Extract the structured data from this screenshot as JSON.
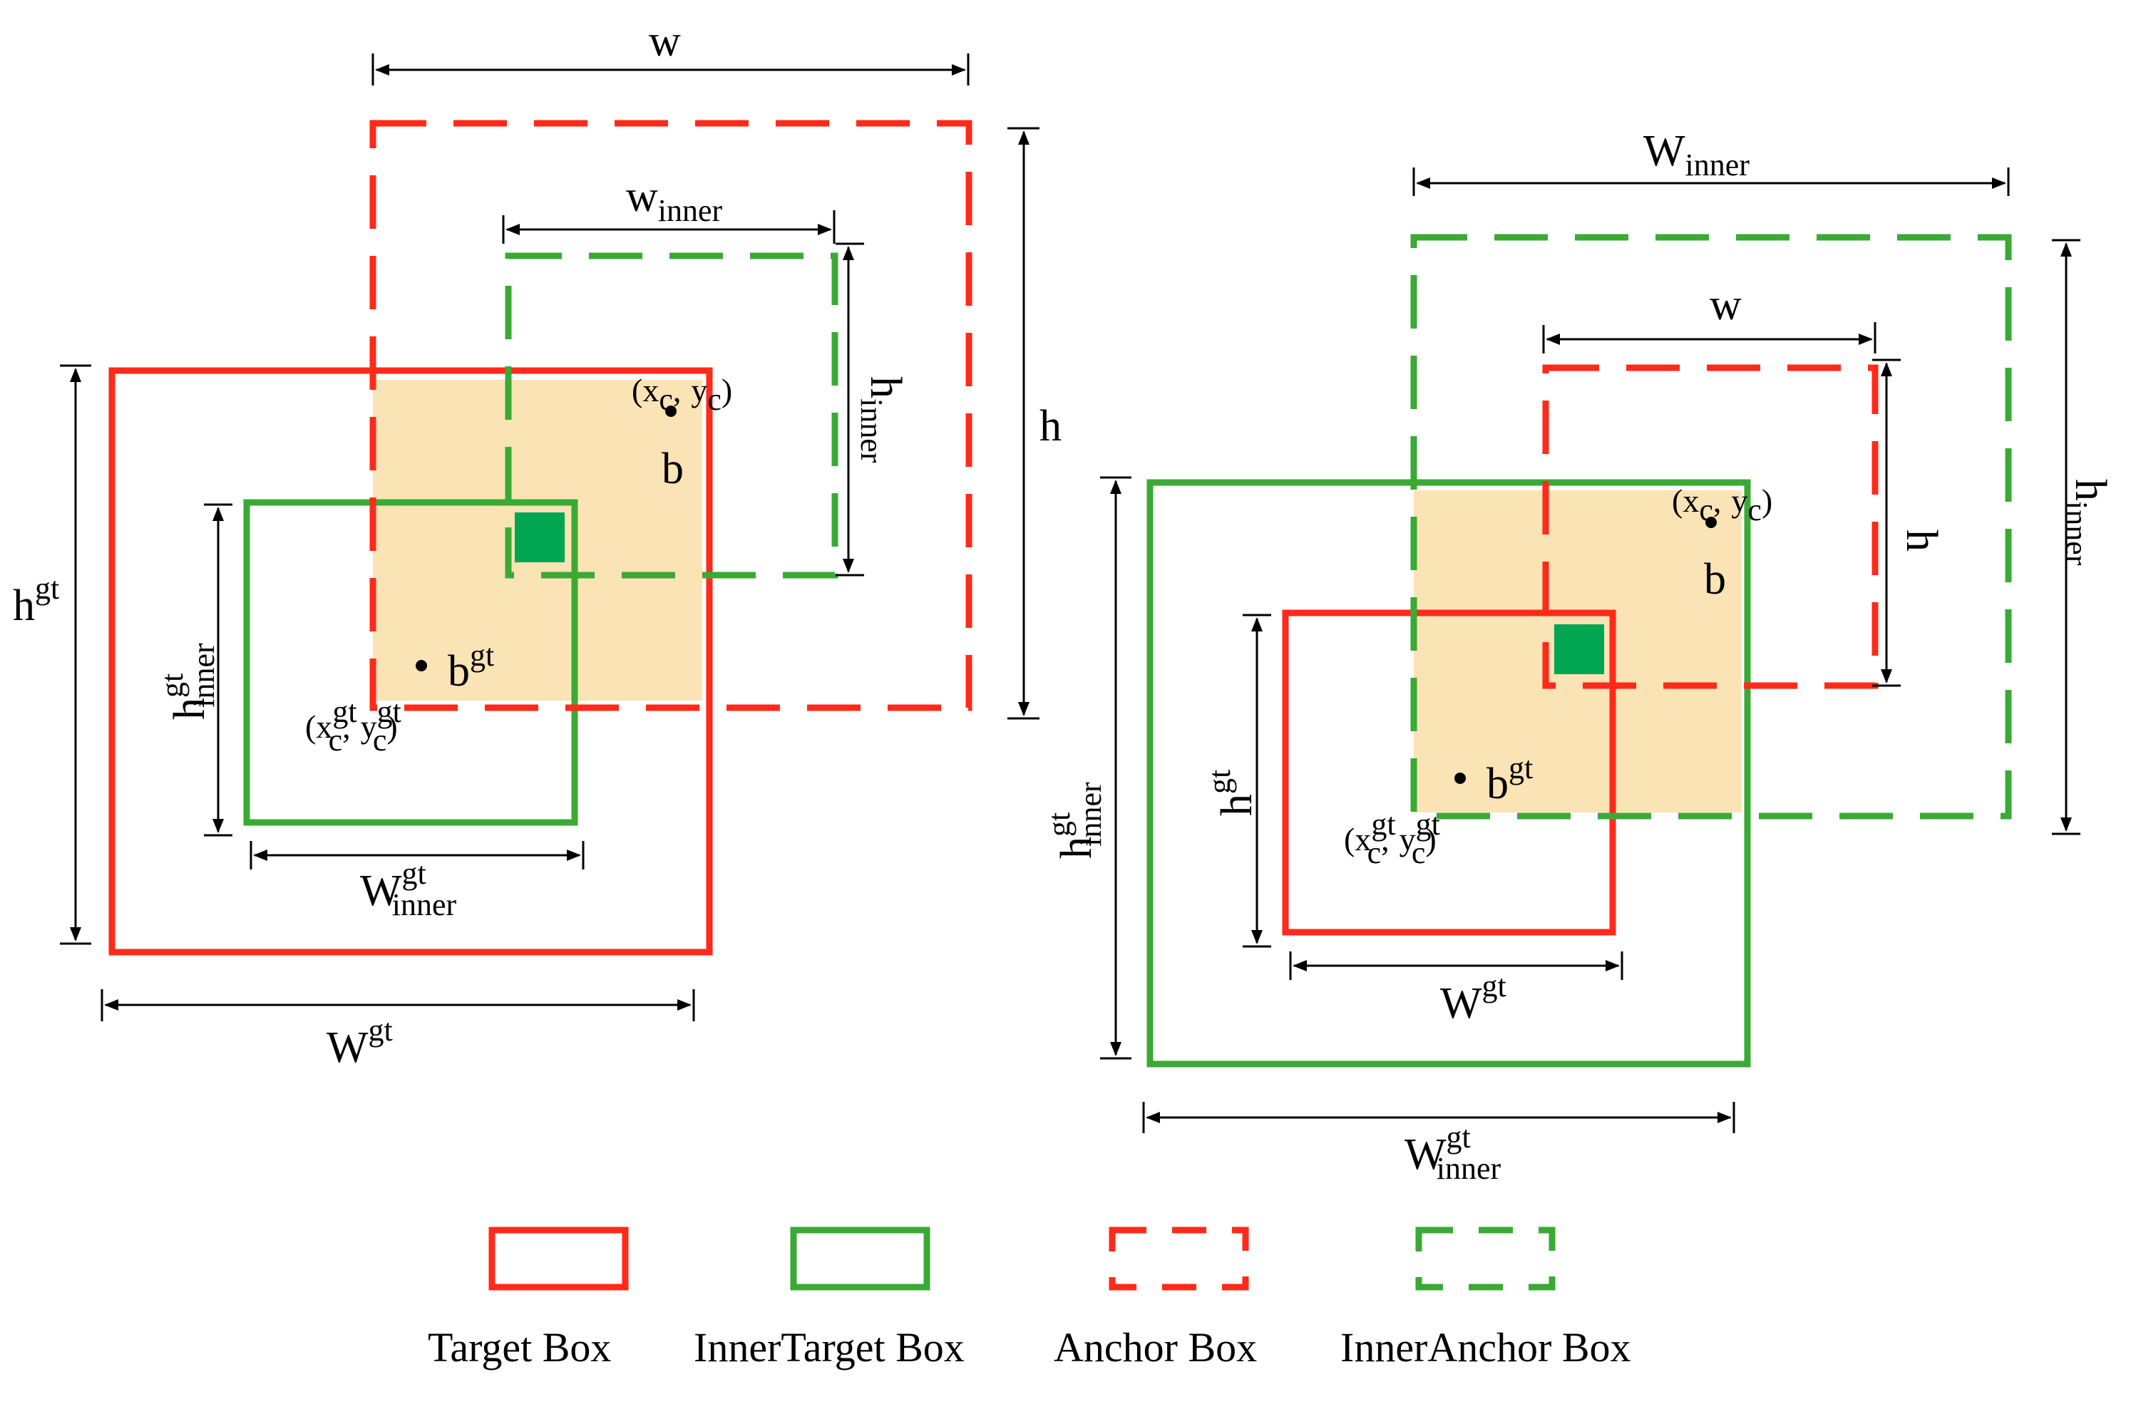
{
  "colors": {
    "target": "#ff2a1a",
    "inner_target": "#3aaa35",
    "anchor": "#ff2a1a",
    "inner_anchor": "#3aaa35",
    "overlap": "#fae3b4",
    "inner_overlap": "#00a651"
  },
  "labels": {
    "w": "w",
    "h": "h",
    "W": "W",
    "inner": "inner",
    "gt": "gt",
    "c": "c",
    "b": "b",
    "b_gt": "b",
    "x": "x",
    "y": "y",
    "open_paren": "(",
    "close_paren": ")",
    "comma": ","
  },
  "legend": [
    {
      "label": "Target Box",
      "style": "solid",
      "color": "#ff2a1a"
    },
    {
      "label": "InnerTarget Box",
      "style": "solid",
      "color": "#3aaa35"
    },
    {
      "label": "Anchor Box",
      "style": "dashed",
      "color": "#ff2a1a"
    },
    {
      "label": "InnerAnchor Box",
      "style": "dashed",
      "color": "#3aaa35"
    }
  ]
}
